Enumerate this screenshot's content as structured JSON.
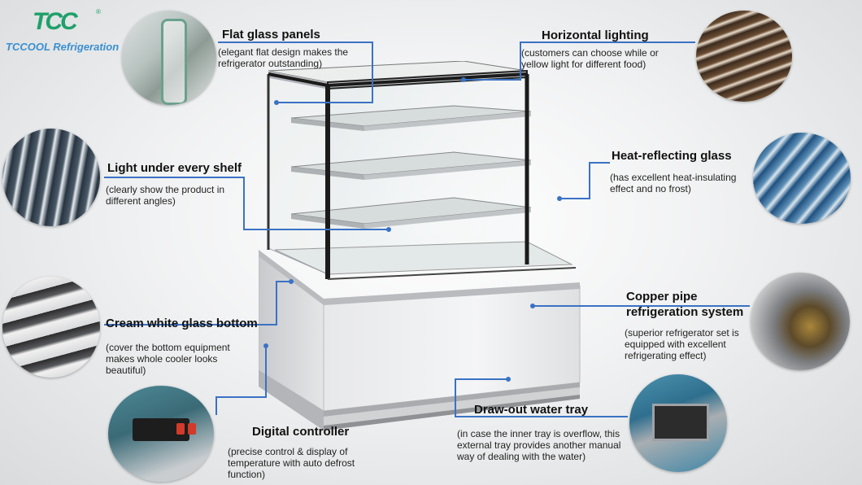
{
  "brand": {
    "mark": "TCC",
    "registered": "®",
    "name": "TCCOOL  Refrigeration"
  },
  "features": {
    "flat_glass": {
      "title": "Flat glass panels",
      "desc": "(elegant flat design makes the refrigerator outstanding)"
    },
    "horizontal_lighting": {
      "title": "Horizontal lighting",
      "desc": "(customers can choose while or yellow light for different food)"
    },
    "light_shelf": {
      "title": "Light under every shelf",
      "desc": "(clearly show the product in different angles)"
    },
    "heat_glass": {
      "title": "Heat-reflecting glass",
      "desc": "(has excellent heat-insulating effect and no frost)"
    },
    "copper_pipe": {
      "title": "Copper pipe refrigeration system",
      "desc": "(superior refrigerator set is equipped with excellent refrigerating effect)"
    },
    "cream_bottom": {
      "title": "Cream white glass bottom",
      "desc": "(cover the bottom equipment makes whole cooler looks beautiful)"
    },
    "water_tray": {
      "title": "Draw-out water tray",
      "desc": "(in case the inner tray is overflow, this external tray provides another manual way of dealing with the water)"
    },
    "digital_controller": {
      "title": "Digital controller",
      "desc": "(precise control & display of temperature with auto defrost function)"
    }
  },
  "colors": {
    "connector": "#3a72c4",
    "logo_green": "#1fa06a",
    "logo_blue": "#3b8fd0"
  }
}
